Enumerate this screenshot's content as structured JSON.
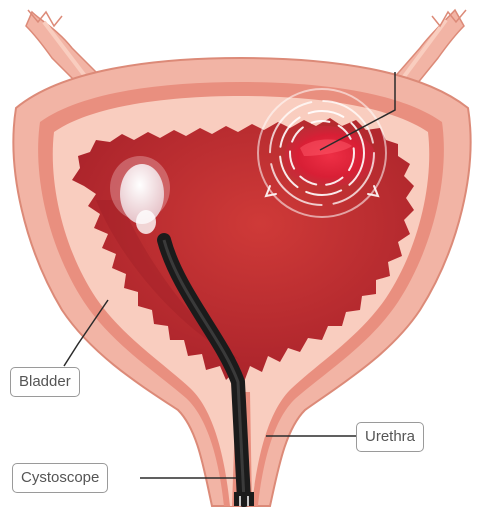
{
  "labels": {
    "bladder": "Bladder",
    "urethra": "Urethra",
    "cystoscope": "Cystoscope"
  },
  "colors": {
    "outer_wall": "#f2b4a5",
    "outer_wall_edge": "#dc8a78",
    "middle_wall": "#e98f7f",
    "inner_wall": "#f9cdbf",
    "lumen": "#c52d30",
    "lumen_dark": "#a51f27",
    "tumor": "#e8233a",
    "cystoscope": "#1b1b1b",
    "scope_light": "#f1dfe2",
    "callout_border": "#9a9a9a",
    "callout_text": "#555555",
    "leader_line": "#2b2b2b"
  },
  "icons": {
    "target_rings": "target-rings-icon"
  }
}
